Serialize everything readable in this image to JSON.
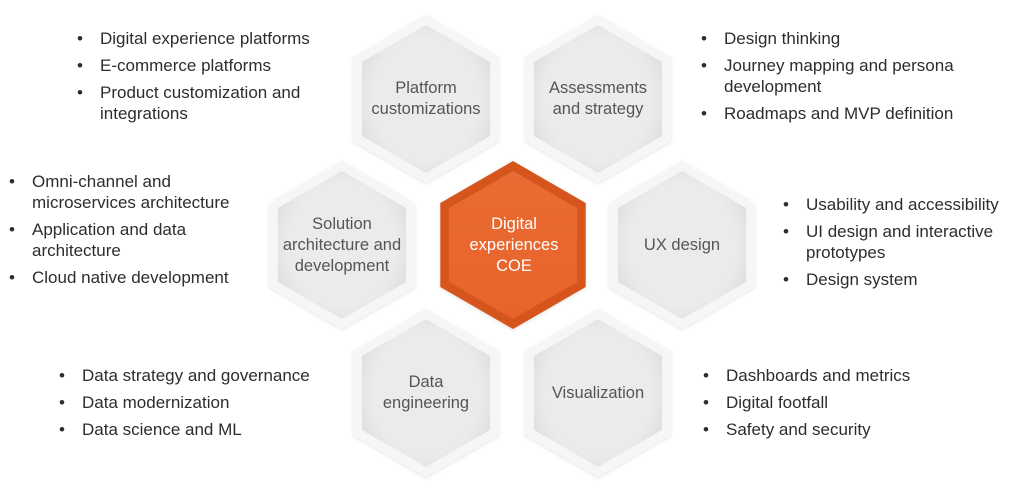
{
  "center": {
    "label": "Digital\nexperiences\nCOE",
    "color": "#e8632b"
  },
  "hexagons": [
    {
      "id": "platform",
      "label": "Platform\ncustomizations",
      "bullets": [
        "Digital experience platforms",
        "E-commerce platforms",
        "Product customization and integrations"
      ]
    },
    {
      "id": "assessments",
      "label": "Assessments\nand strategy",
      "bullets": [
        "Design thinking",
        "Journey mapping and persona development",
        "Roadmaps and MVP definition"
      ]
    },
    {
      "id": "solution",
      "label": "Solution\narchitecture and\ndevelopment",
      "bullets": [
        "Omni-channel and microservices architecture",
        "Application and data architecture",
        "Cloud native development"
      ]
    },
    {
      "id": "ux",
      "label": "UX design",
      "bullets": [
        "Usability and accessibility",
        "UI design and interactive prototypes",
        "Design system"
      ]
    },
    {
      "id": "data",
      "label": "Data\nengineering",
      "bullets": [
        "Data strategy and governance",
        "Data modernization",
        "Data science and ML"
      ]
    },
    {
      "id": "visualization",
      "label": "Visualization",
      "bullets": [
        "Dashboards and metrics",
        "Digital footfall",
        "Safety and security"
      ]
    }
  ],
  "colors": {
    "hex_fill": "#ebebeb",
    "hex_border": "#f6f6f6",
    "center_border": "#d5541d",
    "label_text": "#555555",
    "bullet_text": "#2d2d2d"
  }
}
